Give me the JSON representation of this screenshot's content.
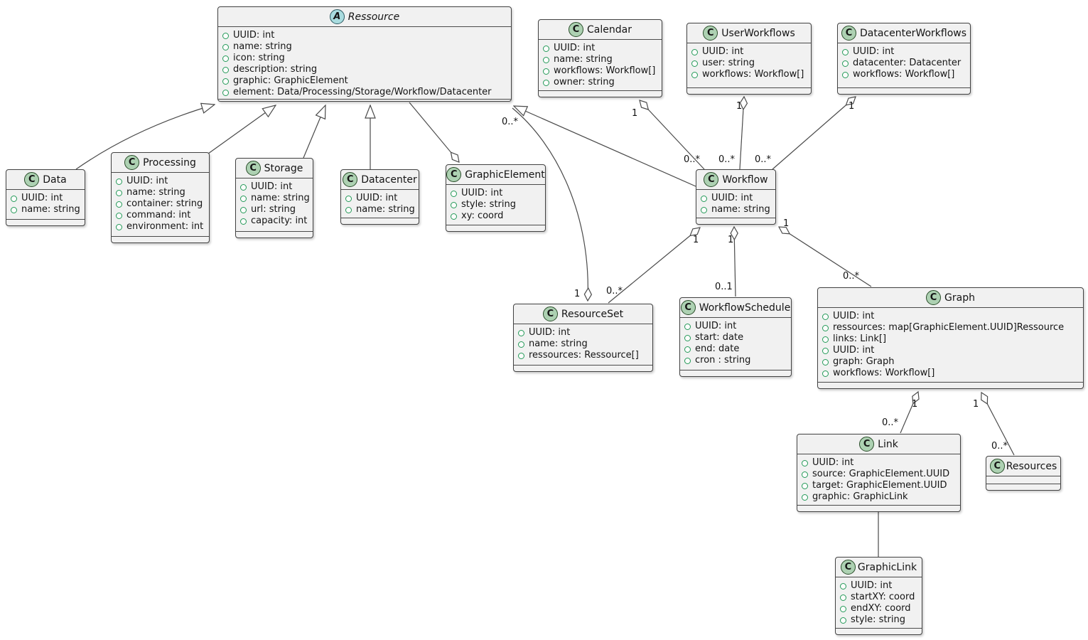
{
  "diagram": {
    "type": "uml-class-diagram",
    "colors": {
      "box_background": "#F1F1F1",
      "box_border": "#424242",
      "class_icon_background": "#ADD1B2",
      "abstract_icon_background": "#A9DCDF",
      "field_bullet_green": "#249A58",
      "edge_stroke": "#4A4A4A"
    }
  },
  "classes": [
    {
      "name": "Ressource",
      "badge": "A",
      "stereotype": "abstract",
      "attributes": [
        "UUID: int",
        "name: string",
        "icon: string",
        "description: string",
        "graphic: GraphicElement",
        "element: Data/Processing/Storage/Workflow/Datacenter"
      ]
    },
    {
      "name": "Data",
      "badge": "C",
      "stereotype": "class",
      "attributes": [
        "UUID: int",
        "name: string"
      ]
    },
    {
      "name": "Processing",
      "badge": "C",
      "stereotype": "class",
      "attributes": [
        "UUID: int",
        "name: string",
        "container: string",
        "command: int",
        "environment: int"
      ]
    },
    {
      "name": "Storage",
      "badge": "C",
      "stereotype": "class",
      "attributes": [
        "UUID: int",
        "name: string",
        "url: string",
        "capacity: int"
      ]
    },
    {
      "name": "Datacenter",
      "badge": "C",
      "stereotype": "class",
      "attributes": [
        "UUID: int",
        "name: string"
      ]
    },
    {
      "name": "GraphicElement",
      "badge": "C",
      "stereotype": "class",
      "attributes": [
        "UUID: int",
        "style: string",
        "xy: coord"
      ]
    },
    {
      "name": "Calendar",
      "badge": "C",
      "stereotype": "class",
      "attributes": [
        "UUID: int",
        "name: string",
        "workflows: Workflow[]",
        "owner: string"
      ]
    },
    {
      "name": "UserWorkflows",
      "badge": "C",
      "stereotype": "class",
      "attributes": [
        "UUID: int",
        "user: string",
        "workflows: Workflow[]"
      ]
    },
    {
      "name": "DatacenterWorkflows",
      "badge": "C",
      "stereotype": "class",
      "attributes": [
        "UUID: int",
        "datacenter: Datacenter",
        "workflows: Workflow[]"
      ]
    },
    {
      "name": "Workflow",
      "badge": "C",
      "stereotype": "class",
      "attributes": [
        "UUID: int",
        "name: string"
      ]
    },
    {
      "name": "ResourceSet",
      "badge": "C",
      "stereotype": "class",
      "attributes": [
        "UUID: int",
        "name: string",
        "ressources: Ressource[]"
      ]
    },
    {
      "name": "WorkflowSchedule",
      "badge": "C",
      "stereotype": "class",
      "attributes": [
        "UUID: int",
        "start: date",
        "end: date",
        "cron : string"
      ]
    },
    {
      "name": "Graph",
      "badge": "C",
      "stereotype": "class",
      "attributes": [
        "UUID: int",
        "ressources: map[GraphicElement.UUID]Ressource",
        "links: Link[]",
        "UUID: int",
        "graph: Graph",
        "workflows: Workflow[]"
      ]
    },
    {
      "name": "Link",
      "badge": "C",
      "stereotype": "class",
      "attributes": [
        "UUID: int",
        "source: GraphicElement.UUID",
        "target: GraphicElement.UUID",
        "graphic: GraphicLink"
      ]
    },
    {
      "name": "Resources",
      "badge": "C",
      "stereotype": "class",
      "attributes": []
    },
    {
      "name": "GraphicLink",
      "badge": "C",
      "stereotype": "class",
      "attributes": [
        "UUID: int",
        "startXY: coord",
        "endXY: coord",
        "style: string"
      ]
    }
  ],
  "relations": [
    {
      "from": "Data",
      "to": "Ressource",
      "type": "extends"
    },
    {
      "from": "Processing",
      "to": "Ressource",
      "type": "extends"
    },
    {
      "from": "Storage",
      "to": "Ressource",
      "type": "extends"
    },
    {
      "from": "Datacenter",
      "to": "Ressource",
      "type": "extends"
    },
    {
      "from": "Workflow",
      "to": "Ressource",
      "type": "extends"
    },
    {
      "from": "GraphicElement",
      "to": "Ressource",
      "type": "aggregation"
    },
    {
      "from": "Calendar",
      "to": "Workflow",
      "type": "aggregation",
      "from_label": "1",
      "to_label": "0..*"
    },
    {
      "from": "UserWorkflows",
      "to": "Workflow",
      "type": "aggregation",
      "from_label": "1",
      "to_label": "0..*"
    },
    {
      "from": "DatacenterWorkflows",
      "to": "Workflow",
      "type": "aggregation",
      "from_label": "1",
      "to_label": "0..*"
    },
    {
      "from": "ResourceSet",
      "to": "Ressource",
      "type": "aggregation",
      "from_label": "1",
      "to_label": "0..*"
    },
    {
      "from": "Workflow",
      "to": "ResourceSet",
      "type": "aggregation",
      "from_label": "1",
      "to_label": "0..*"
    },
    {
      "from": "Workflow",
      "to": "WorkflowSchedule",
      "type": "aggregation",
      "from_label": "1",
      "to_label": "0..1"
    },
    {
      "from": "Workflow",
      "to": "Graph",
      "type": "aggregation",
      "from_label": "1",
      "to_label": "0..*"
    },
    {
      "from": "Graph",
      "to": "Link",
      "type": "aggregation",
      "from_label": "1",
      "to_label": "0..*"
    },
    {
      "from": "Graph",
      "to": "Resources",
      "type": "aggregation",
      "from_label": "1",
      "to_label": "0..*"
    },
    {
      "from": "Link",
      "to": "GraphicLink",
      "type": "association"
    }
  ]
}
